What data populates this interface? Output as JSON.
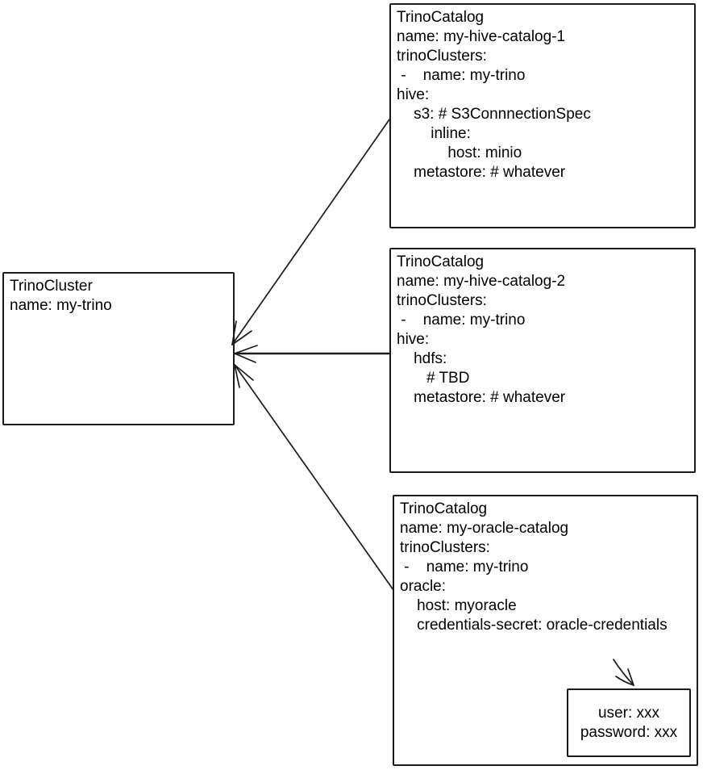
{
  "colors": {
    "ink": "#1a1a1a",
    "background": "#ffffff",
    "text": "#000000"
  },
  "cluster_box": {
    "lines": [
      "TrinoCluster",
      "name: my-trino"
    ]
  },
  "catalog1_box": {
    "lines": [
      "TrinoCatalog",
      "name: my-hive-catalog-1",
      "trinoClusters:",
      " -    name: my-trino",
      "hive:",
      "    s3: # S3ConnnectionSpec",
      "        inline:",
      "            host: minio",
      "    metastore: # whatever"
    ]
  },
  "catalog2_box": {
    "lines": [
      "TrinoCatalog",
      "name: my-hive-catalog-2",
      "trinoClusters:",
      " -    name: my-trino",
      "hive:",
      "    hdfs:",
      "       # TBD",
      "    metastore: # whatever"
    ]
  },
  "catalog3_box": {
    "lines": [
      "TrinoCatalog",
      "name: my-oracle-catalog",
      "trinoClusters:",
      " -    name: my-trino",
      "oracle:",
      "    host: myoracle",
      "    credentials-secret: oracle-credentials"
    ]
  },
  "credentials_box": {
    "lines": [
      "user: xxx",
      "password: xxx"
    ]
  }
}
